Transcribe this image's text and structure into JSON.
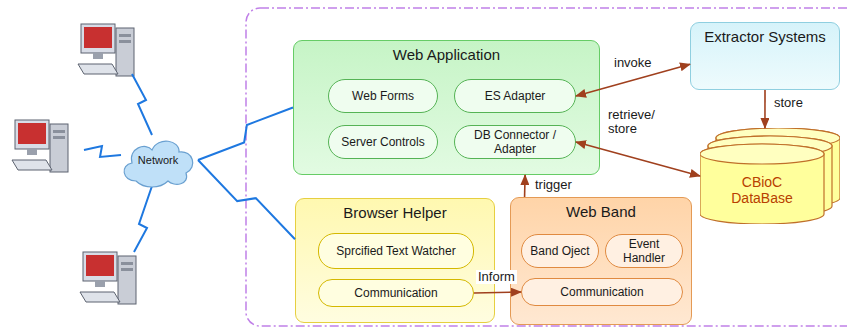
{
  "diagram": {
    "nodes": [
      {
        "text": [
          "Network"
        ]
      },
      {
        "text": [
          "Web Application"
        ]
      },
      {
        "text": [
          "Web Forms"
        ],
        "in": 1
      },
      {
        "text": [
          "ES Adapter"
        ],
        "in": 1
      },
      {
        "text": [
          "Server Controls"
        ],
        "in": 1
      },
      {
        "text": [
          "DB Connector / Adapter"
        ],
        "in": 1
      },
      {
        "text": [
          "Extractor Systems"
        ]
      },
      {
        "text": [
          "CBioC DataBase"
        ]
      },
      {
        "text": [
          "Browser Helper"
        ]
      },
      {
        "text": [
          "Sprcified Text Watcher"
        ],
        "in": 8
      },
      {
        "text": [
          "Communication"
        ],
        "in": 8
      },
      {
        "text": [
          "Web Band"
        ]
      },
      {
        "text": [
          "Band Oject"
        ],
        "in": 11
      },
      {
        "text": [
          "Event Handler"
        ],
        "in": 11
      },
      {
        "text": [
          "Communication"
        ],
        "in": 11
      }
    ],
    "edges": [
      {
        "from": 3,
        "to": 6,
        "label": "invoke",
        "arrow": "both"
      },
      {
        "from": 5,
        "to": 7,
        "label": "retrieve/ store",
        "arrow": "both"
      },
      {
        "from": 6,
        "to": 7,
        "label": "store",
        "arrow": "to"
      },
      {
        "from": 11,
        "to": 1,
        "label": "trigger",
        "arrow": "to"
      },
      {
        "from": 10,
        "to": 14,
        "label": "Inform",
        "arrow": "to"
      },
      {
        "from": 0,
        "to": 1,
        "arrow": "none"
      },
      {
        "from": 0,
        "to": 8,
        "arrow": "none"
      }
    ]
  }
}
